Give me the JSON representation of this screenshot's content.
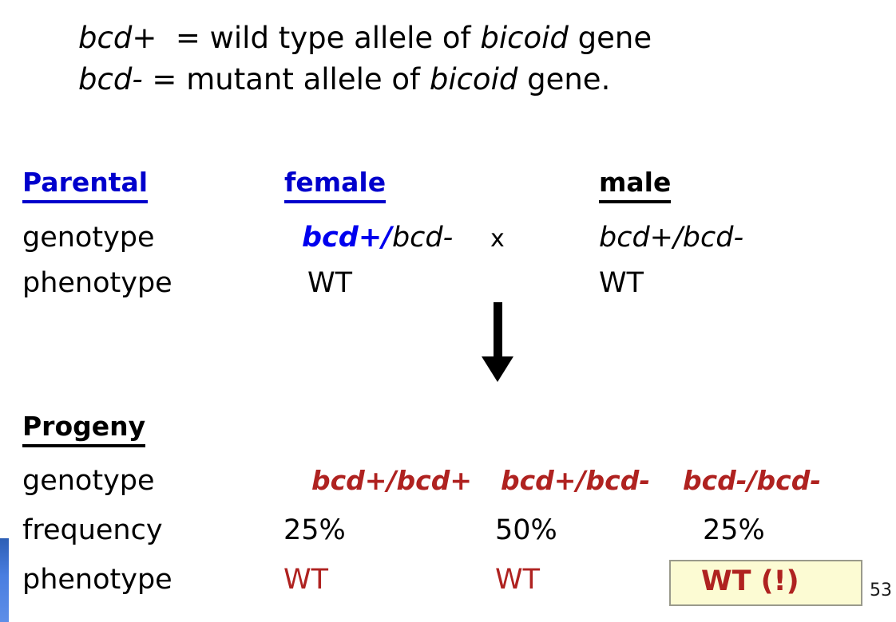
{
  "slide": {
    "page_number": "53",
    "accent_color": "#4a7ee0",
    "background": "#ffffff"
  },
  "definitions": [
    {
      "symbol": "bcd+",
      "equals": "=",
      "text_before_italic": " wild type allele of ",
      "gene": "bicoid",
      "text_after_italic": " gene"
    },
    {
      "symbol": "bcd-",
      "equals": "=",
      "text_before_italic": " mutant allele of ",
      "gene": "bicoid",
      "text_after_italic": " gene."
    }
  ],
  "parental": {
    "heading": "Parental",
    "heading_color": "#0000CC",
    "columns": [
      {
        "label": "female",
        "color": "#0000CC"
      },
      {
        "label": "male",
        "color": "#000000"
      }
    ],
    "rows": [
      {
        "label": "genotype",
        "female_highlight": "bcd+/",
        "female_rest": "bcd-",
        "cross_symbol": "x",
        "male": "bcd+/bcd-"
      },
      {
        "label": "phenotype",
        "female": "WT",
        "male": "WT"
      }
    ]
  },
  "arrow": {
    "direction": "down",
    "color": "#000000"
  },
  "progeny": {
    "heading": "Progeny",
    "heading_color": "#000000",
    "genotype_color": "#AF2220",
    "rows": [
      {
        "label": "genotype",
        "values": [
          "bcd+/bcd+",
          "bcd+/bcd-",
          "bcd-/bcd-"
        ]
      },
      {
        "label": "frequency",
        "values": [
          "25%",
          "50%",
          "25%"
        ]
      },
      {
        "label": "phenotype",
        "values": [
          "WT",
          "WT",
          "WT (!)"
        ]
      }
    ]
  },
  "callout": {
    "text": "WT (!)",
    "fill": "#FCFBD3",
    "border": "#9a9a8c",
    "text_color": "#AF2220"
  }
}
